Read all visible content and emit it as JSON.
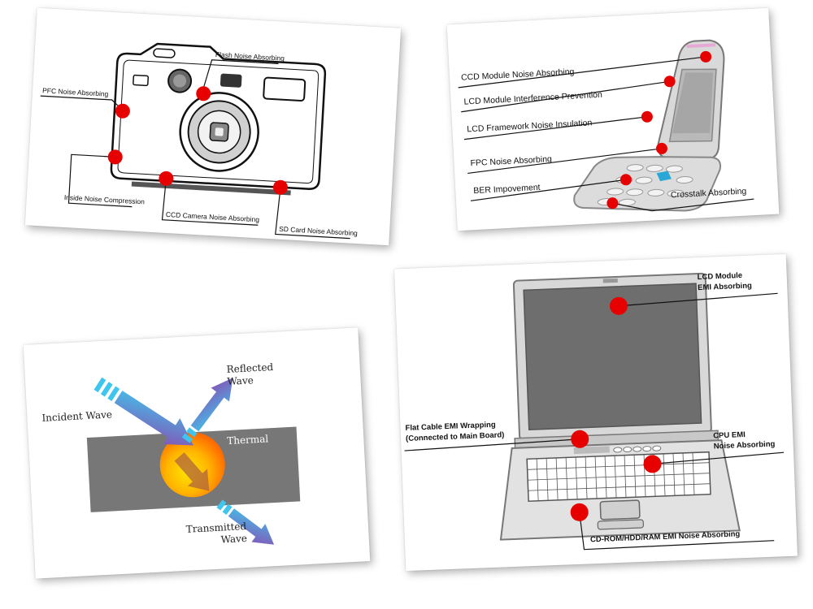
{
  "camera": {
    "labels": {
      "flash": "Flash Noise Absorbing",
      "pfc": "PFC Noise Absorbing",
      "inside": "Inside Noise Compression",
      "ccd": "CCD Camera Noise Absorbing",
      "sd": "SD Card Noise Absorbing"
    }
  },
  "phone": {
    "labels": {
      "ccd_module": "CCD Module Noise Absorbing",
      "lcd_module": "LCD Module Interference Prevention",
      "lcd_framework": "LCD Framework Noise Insulation",
      "fpc": "FPC Noise Absorbing",
      "ber": "BER Impovement",
      "crosstalk": "Crosstalk Absorbing"
    }
  },
  "wave": {
    "labels": {
      "incident": "Incident Wave",
      "reflected_1": "Reflected",
      "reflected_2": "Wave",
      "thermal": "Thermal",
      "transmitted_1": "Transmitted",
      "transmitted_2": "Wave"
    }
  },
  "laptop": {
    "labels": {
      "lcd_1": "LCD Module",
      "lcd_2": "EMI Absorbing",
      "flat_1": "Flat Cable EMI Wrapping",
      "flat_2": "(Connected to Main Board)",
      "cpu_1": "CPU EMI",
      "cpu_2": "Noise Absorbing",
      "storage": "CD-ROM/HDD/RAM EMI Noise Absorbing"
    }
  },
  "colors": {
    "marker": "#e60000",
    "line": "#111111",
    "panel": "#777777",
    "screen": "#6e6e6e",
    "arrow_cyan": "#3fc6ee",
    "arrow_purple": "#8a4ab0"
  }
}
